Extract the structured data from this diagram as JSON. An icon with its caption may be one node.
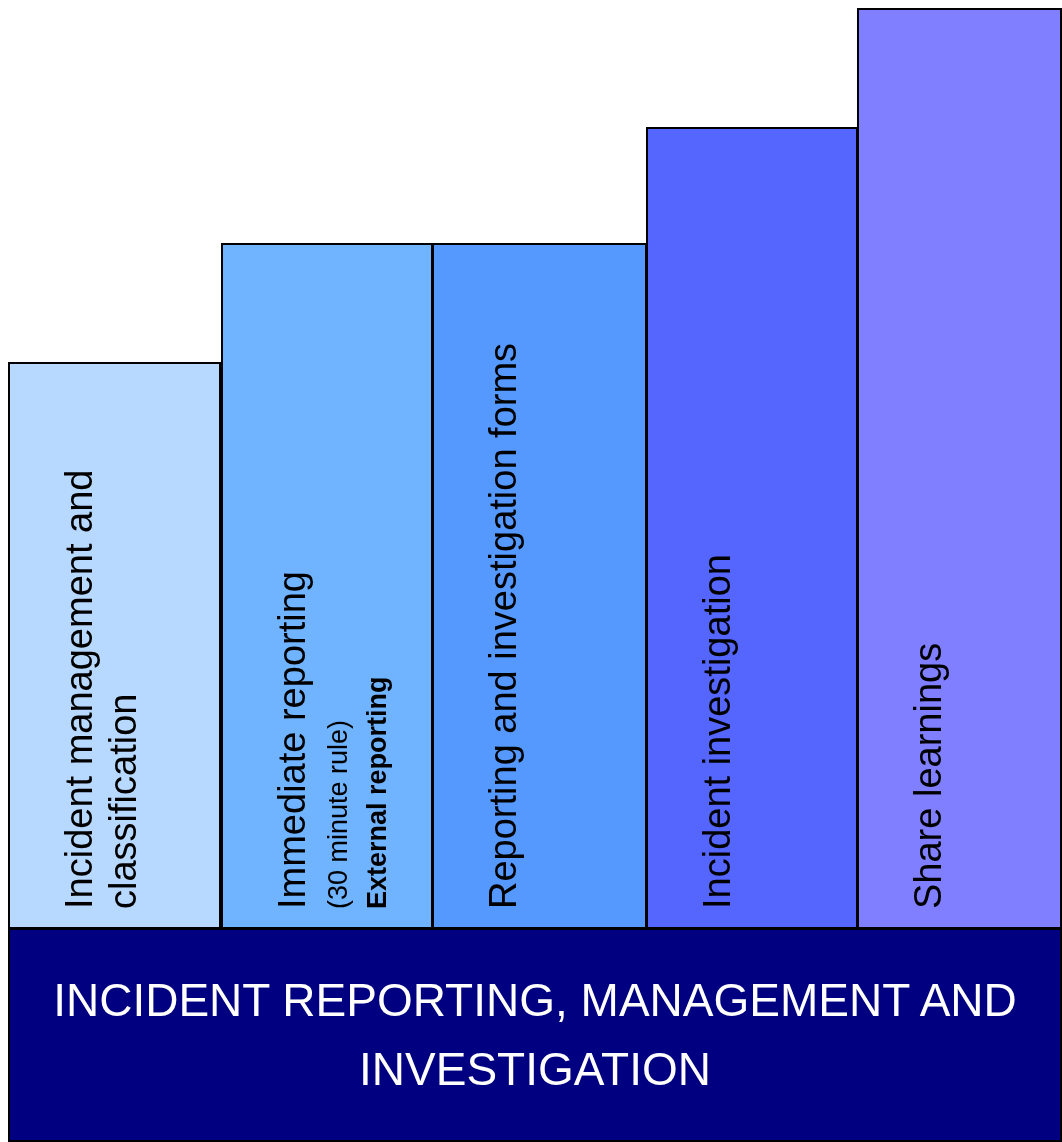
{
  "diagram": {
    "nodes": [
      {
        "text": [
          "Incident management and classification"
        ]
      },
      {
        "text": [
          "Immediate reporting",
          "(30 minute rule)",
          "External reporting"
        ]
      },
      {
        "text": [
          "Reporting and investigation forms"
        ]
      },
      {
        "text": [
          "Incident investigation"
        ]
      },
      {
        "text": [
          "Share learnings"
        ]
      },
      {
        "text": [
          "INCIDENT REPORTING, MANAGEMENT AND INVESTIGATION"
        ]
      }
    ]
  }
}
